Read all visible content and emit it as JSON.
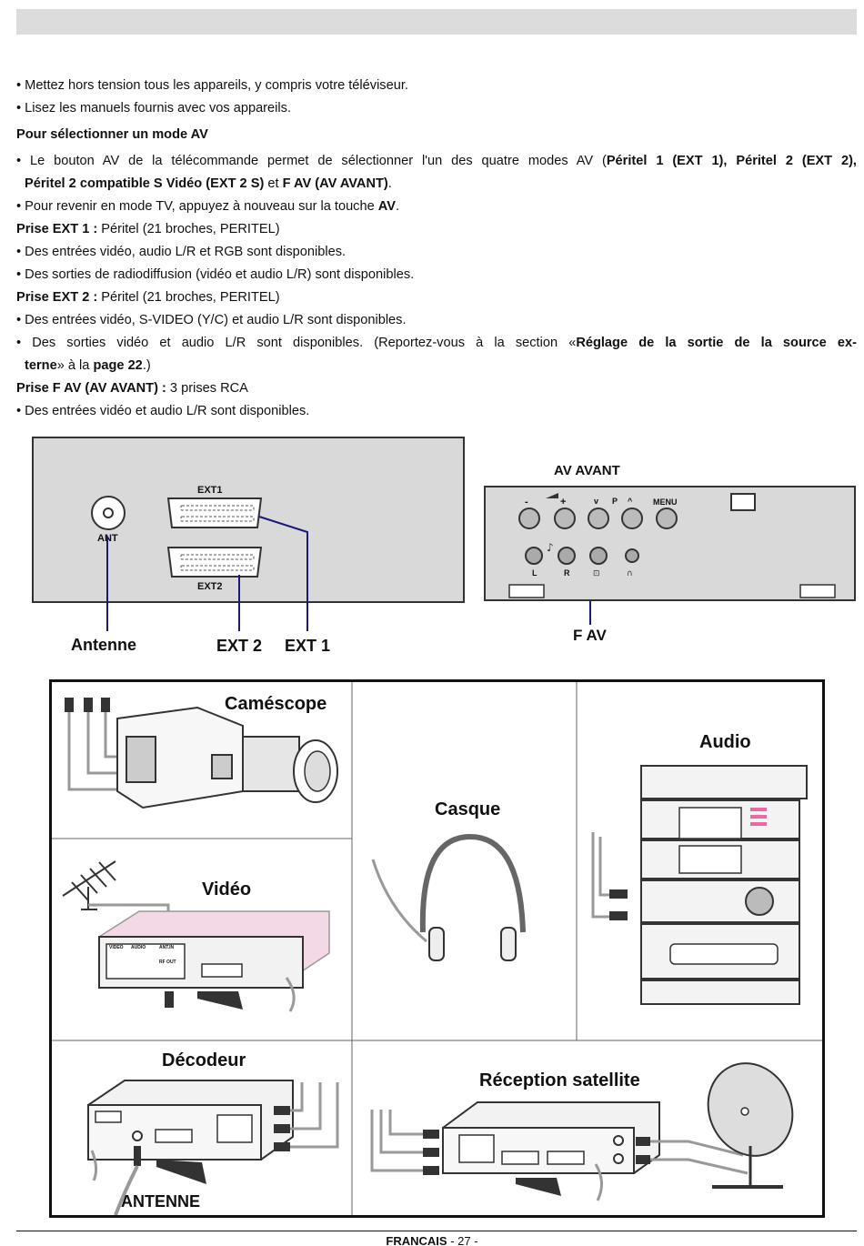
{
  "instructions": {
    "line1": "• Mettez hors tension tous les appareils, y compris votre téléviseur.",
    "line2": "• Lisez les manuels fournis avec vos appareils.",
    "heading": "Pour sélectionner un mode AV",
    "av_button": {
      "part1": "• Le bouton AV de la télécommande permet de sélectionner l'un des quatre modes AV (",
      "part1_bold": "Péritel 1 (EXT 1), Péritel 2 (EXT 2),",
      "part2_bold": "Péritel 2 compatible S Vidéo (EXT 2 S)",
      "part2_mid": " et ",
      "part2_bold2": "F AV (AV AVANT)",
      "part2_end": "."
    },
    "tv_return": {
      "text": "• Pour revenir en mode TV, appuyez à nouveau sur la touche ",
      "key": "AV",
      "end": "."
    },
    "ext1": {
      "label": "Prise EXT 1 :",
      "desc": " Péritel (21 broches, PERITEL)",
      "inputs": "• Des entrées vidéo, audio L/R et RGB sont disponibles.",
      "outputs": "• Des sorties de radiodiffusion (vidéo et audio L/R) sont disponibles."
    },
    "ext2": {
      "label": "Prise EXT 2 :",
      "desc": " Péritel (21 broches, PERITEL)",
      "inputs": "• Des entrées vidéo, S-VIDEO (Y/C) et audio L/R sont disponibles.",
      "outputs_part1": "• Des sorties vidéo et audio L/R sont disponibles. (Reportez-vous à la section «",
      "outputs_bold1": "Réglage de la sortie de la source ex-",
      "outputs_bold2": "terne",
      "outputs_part2": "» à la ",
      "outputs_bold3": "page 22",
      "outputs_end": ".)"
    },
    "fav": {
      "label": "Prise F AV (AV AVANT) :",
      "desc": " 3 prises RCA",
      "inputs": "• Des entrées vidéo et audio L/R sont disponibles."
    }
  },
  "rear_panel": {
    "ant": "ANT",
    "ext1": "EXT1",
    "ext2": "EXT2",
    "callout_antenne": "Antenne",
    "callout_ext2": "EXT 2",
    "callout_ext1": "EXT 1"
  },
  "front_panel": {
    "title": "AV AVANT",
    "vol_minus": "-",
    "vol_plus": "+",
    "prog_down": "v",
    "prog_label": "P",
    "prog_up": "^",
    "menu": "MENU",
    "jack_l": "L",
    "jack_r": "R",
    "callout": "F AV"
  },
  "devices": {
    "camescope": "Caméscope",
    "casque": "Casque",
    "audio": "Audio",
    "video": "Vidéo",
    "decodeur": "Décodeur",
    "antenne": "ANTENNE",
    "satellite": "Réception satellite",
    "vcr_labels": {
      "video": "VIDEO",
      "audio": "AUDIO",
      "ant_in": "ANT.IN",
      "rf_out": "RF OUT"
    }
  },
  "footer": {
    "language": "FRANCAIS",
    "page": "- 27 -"
  },
  "colors": {
    "connector_line": "#1a1a7a",
    "panel_fill": "#d9d9d9",
    "pink_tint": "#f3d9e6"
  }
}
